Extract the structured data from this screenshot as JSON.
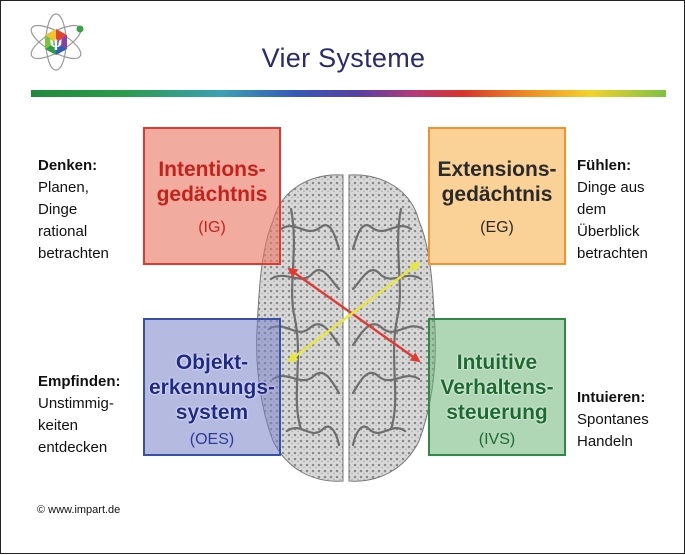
{
  "title": "Vier Systeme",
  "logo": {
    "icon": "atom-logo-icon",
    "glyph": "ψ"
  },
  "boxes": {
    "ig": {
      "name_line1": "Intentions-",
      "name_line2": "gedächtnis",
      "abbr": "(IG)",
      "color": "#e03a32"
    },
    "eg": {
      "name_line1": "Extensions-",
      "name_line2": "gedächtnis",
      "abbr": "(EG)",
      "color": "#f0932a"
    },
    "oes": {
      "name_line1": "Objekt-",
      "name_line2": "erkennungs-",
      "name_line3": "system",
      "abbr": "(OES)",
      "color": "#3a4fa8"
    },
    "ivs": {
      "name_line1": "Intuitive",
      "name_line2": "Verhaltens-",
      "name_line3": "steuerung",
      "abbr": "(IVS)",
      "color": "#2e8a44"
    }
  },
  "sides": {
    "denken": {
      "head": "Denken:",
      "lines": [
        "Planen,",
        "Dinge",
        "rational",
        "betrachten"
      ]
    },
    "fuehlen": {
      "head": "Fühlen:",
      "lines": [
        "Dinge aus",
        "dem",
        "Überblick",
        "betrachten"
      ]
    },
    "empfinden": {
      "head": "Empfinden:",
      "lines": [
        "Unstimmig-",
        "keiten",
        "entdecken"
      ]
    },
    "intuieren": {
      "head": "Intuieren:",
      "lines": [
        "Spontanes",
        "Handeln"
      ]
    }
  },
  "arrows": {
    "ig_ivs_color": "#e03a32",
    "eg_oes_color": "#e8e83a"
  },
  "copyright": "© www.impart.de"
}
